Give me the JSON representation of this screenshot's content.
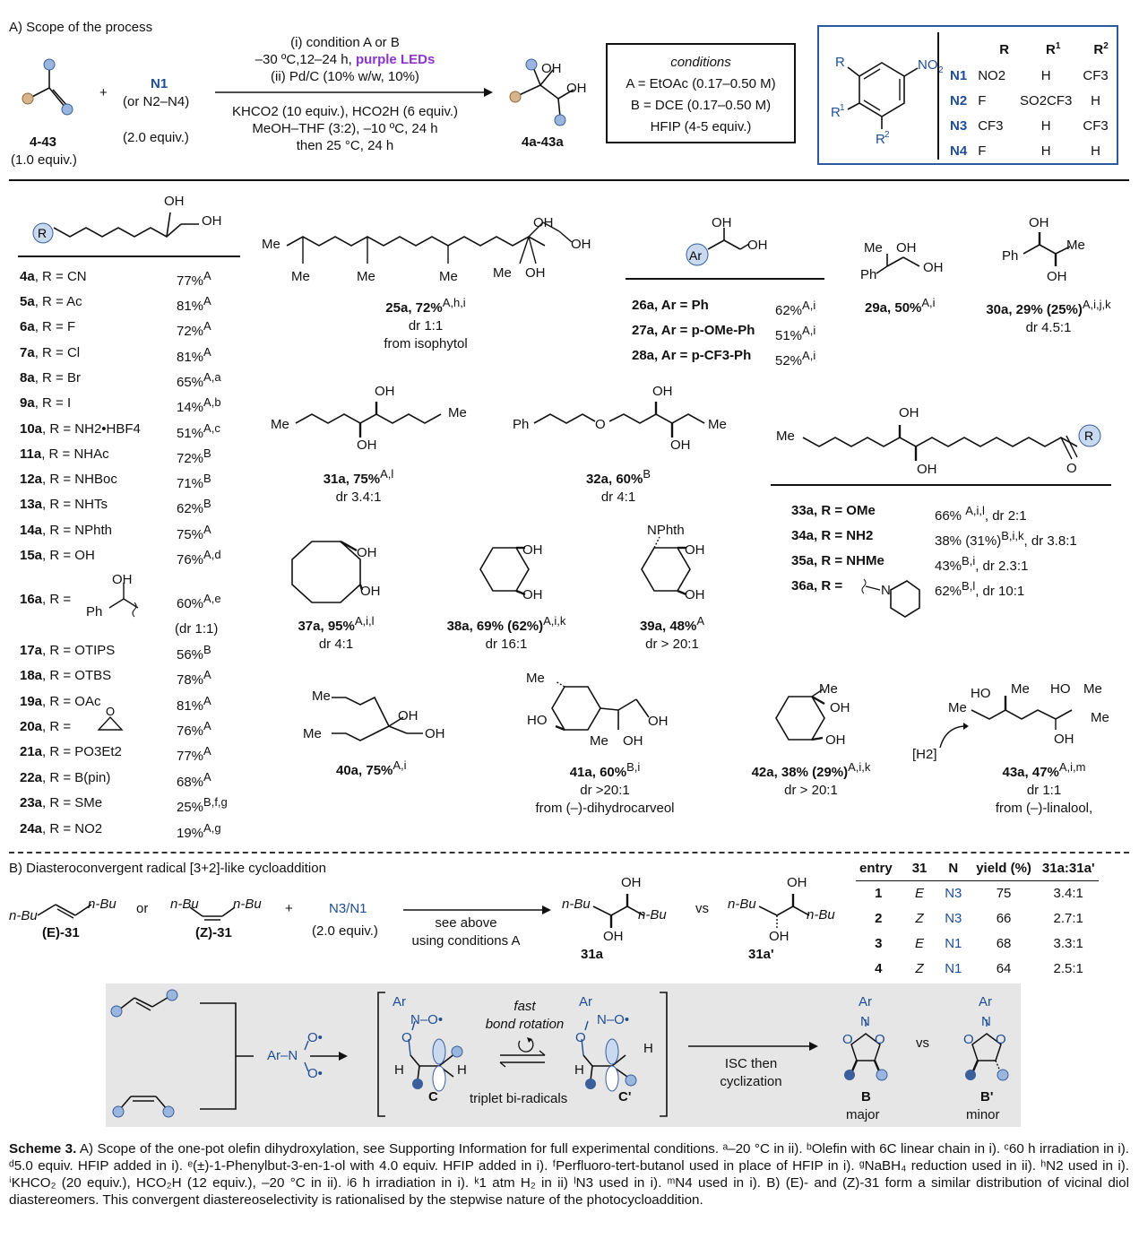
{
  "sectionA": {
    "title": "A) Scope of the process",
    "substrate_id": "4-43",
    "substrate_equiv": "(1.0 equiv.)",
    "reagent": "N1",
    "reagent_alt": "(or N2–N4)",
    "reagent_equiv": "(2.0 equiv.)",
    "plus": "+",
    "arrow_top": [
      "(i) condition A or B",
      "–30 ºC,12–24 h, purple LEDs",
      "(ii) Pd/C (10% w/w, 10%)"
    ],
    "arrow_bottom": [
      "KHCO2 (10 equiv.), HCO2H (6 equiv.)",
      "MeOH–THF (3:2), –10 ºC, 24 h",
      "then 25 °C, 24 h"
    ],
    "product_id": "4a-43a",
    "conditions_title": "conditions",
    "condition_A": "A = EtOAc (0.17–0.50 M)",
    "condition_B": "B = DCE (0.17–0.50 M)",
    "condition_hfip": "HFIP (4-5 equiv.)",
    "nitro_table": {
      "headers": [
        "",
        "R",
        "R1",
        "R2"
      ],
      "rows": [
        [
          "N1",
          "NO2",
          "H",
          "CF3"
        ],
        [
          "N2",
          "F",
          "SO2CF3",
          "H"
        ],
        [
          "N3",
          "CF3",
          "H",
          "CF3"
        ],
        [
          "N4",
          "F",
          "H",
          "H"
        ]
      ]
    }
  },
  "linear_series": [
    {
      "id": "4a",
      "r": "R =  CN",
      "y": "77%",
      "sup": "A"
    },
    {
      "id": "5a",
      "r": "R =  Ac",
      "y": "81%",
      "sup": "A"
    },
    {
      "id": "6a",
      "r": "R =  F",
      "y": "72%",
      "sup": "A"
    },
    {
      "id": "7a",
      "r": "R =  Cl",
      "y": "81%",
      "sup": "A"
    },
    {
      "id": "8a",
      "r": "R =  Br",
      "y": "65%",
      "sup": "A,a"
    },
    {
      "id": "9a",
      "r": "R =  I",
      "y": "14%",
      "sup": "A,b"
    },
    {
      "id": "10a",
      "r": "R =  NH2•HBF4",
      "y": "51%",
      "sup": "A,c"
    },
    {
      "id": "11a",
      "r": "R =  NHAc",
      "y": "72%",
      "sup": "B"
    },
    {
      "id": "12a",
      "r": "R =  NHBoc",
      "y": "71%",
      "sup": "B"
    },
    {
      "id": "13a",
      "r": "R =  NHTs",
      "y": "62%",
      "sup": "B"
    },
    {
      "id": "14a",
      "r": "R =  NPhth",
      "y": "75%",
      "sup": "A"
    },
    {
      "id": "15a",
      "r": "R =  OH",
      "y": "76%",
      "sup": "A,d"
    },
    {
      "id": "16a",
      "r": "R =",
      "y": "60%",
      "sup": "A,e"
    },
    {
      "id": "17a",
      "r": "R =  OTIPS",
      "y": "56%",
      "sup": "B"
    },
    {
      "id": "18a",
      "r": "R =  OTBS",
      "y": "78%",
      "sup": "A"
    },
    {
      "id": "19a",
      "r": "R =  OAc",
      "y": "81%",
      "sup": "A"
    },
    {
      "id": "20a",
      "r": "R =",
      "y": "76%",
      "sup": "A"
    },
    {
      "id": "21a",
      "r": "R =  PO3Et2",
      "y": "77%",
      "sup": "A"
    },
    {
      "id": "22a",
      "r": "R =  B(pin)",
      "y": "68%",
      "sup": "A"
    },
    {
      "id": "23a",
      "r": "R =  SMe",
      "y": "25%",
      "sup": "B,f,g"
    },
    {
      "id": "24a",
      "r": "R =  NO2",
      "y": "19%",
      "sup": "A,g"
    }
  ],
  "entry16_dr": "(dr 1:1)",
  "compounds": {
    "c25": {
      "label": "25a, 72%",
      "sup": "A,h,i",
      "line2": "dr 1:1",
      "line3": "from isophytol"
    },
    "c26": {
      "label": "26a, Ar = Ph",
      "y": "62%",
      "sup": "A,i"
    },
    "c27": {
      "label": "27a, Ar = p-OMe-Ph",
      "y": "51%",
      "sup": "A,i"
    },
    "c28": {
      "label": "28a, Ar = p-CF3-Ph",
      "y": "52%",
      "sup": "A,i"
    },
    "c29": {
      "label": "29a, 50%",
      "sup": "A,i"
    },
    "c30": {
      "label": "30a, 29% (25%)",
      "sup": "A,i,j,k",
      "line2": "dr 4.5:1"
    },
    "c31": {
      "label": "31a, 75%",
      "sup": "A,l",
      "line2": "dr 3.4:1"
    },
    "c32": {
      "label": "32a, 60%",
      "sup": "B",
      "line2": "dr 4:1"
    },
    "c33": {
      "label": "33a, R = OMe",
      "y": "66% ",
      "sup": "A,i,l",
      "tail": ", dr 2:1"
    },
    "c34": {
      "label": "34a, R = NH2",
      "y": "38% (31%)",
      "sup": "B,i,k",
      "tail": ", dr 3.8:1"
    },
    "c35": {
      "label": "35a, R = NHMe",
      "y": "43%",
      "sup": "B,i",
      "tail": ", dr 2.3:1"
    },
    "c36": {
      "label": "36a, R =",
      "y": "62%",
      "sup": "B,l",
      "tail": ", dr 10:1"
    },
    "c37": {
      "label": "37a, 95%",
      "sup": "A,i,l",
      "line2": "dr 4:1"
    },
    "c38": {
      "label": "38a, 69% (62%)",
      "sup": "A,i,k",
      "line2": "dr 16:1"
    },
    "c39": {
      "label": "39a, 48%",
      "sup": "A",
      "line2": "dr > 20:1"
    },
    "c40": {
      "label": "40a, 75%",
      "sup": "A,i"
    },
    "c41": {
      "label": "41a, 60%",
      "sup": "B,i",
      "line2": "dr >20:1",
      "line3": "from (–)-dihydrocarveol"
    },
    "c42": {
      "label": "42a, 38% (29%)",
      "sup": "A,i,k",
      "line2": "dr > 20:1"
    },
    "c43": {
      "label": "43a, 47%",
      "sup": "A,i,m",
      "line2": "dr 1:1",
      "line3": "from (–)-linalool,"
    }
  },
  "atoms": {
    "OH": "OH",
    "Me": "Me",
    "Ph": "Ph",
    "Ar": "Ar",
    "R": "R",
    "O": "O",
    "HO": "HO",
    "NPhth": "NPhth",
    "N": "N",
    "H2": "[H2]"
  },
  "sectionB": {
    "title": "B) Diasteroconvergent radical [3+2]-like cycloaddition",
    "or": "or",
    "plus": "+",
    "e31": "(E)-31",
    "z31": "(Z)-31",
    "nBu": "n-Bu",
    "reagent": "N3/N1",
    "reagent_equiv": "(2.0 equiv.)",
    "arrow1": "see above",
    "arrow2": "using conditions A",
    "p31a": "31a",
    "p31ap": "31a'",
    "vs": "vs",
    "table": {
      "headers": [
        "entry",
        "31",
        "N",
        "yield (%)",
        "31a:31a'"
      ],
      "rows": [
        [
          "1",
          "E",
          "N3",
          "75",
          "3.4:1"
        ],
        [
          "2",
          "Z",
          "N3",
          "66",
          "2.7:1"
        ],
        [
          "3",
          "E",
          "N1",
          "68",
          "3.3:1"
        ],
        [
          "4",
          "Z",
          "N1",
          "64",
          "2.5:1"
        ]
      ]
    },
    "mech": {
      "arN": "Ar–N",
      "fast": "fast",
      "bond_rotation": "bond rotation",
      "triplet": "triplet bi-radicals",
      "C": "C",
      "Cp": "C'",
      "isc1": "ISC then",
      "isc2": "cyclization",
      "B": "B",
      "Bp": "B'",
      "major": "major",
      "minor": "minor",
      "vs": "vs"
    }
  },
  "caption": {
    "label": "Scheme 3.",
    "text": " A) Scope of the one-pot olefin dihydroxylation, see Supporting Information for full experimental conditions. ᵃ–20 °C in ii). ᵇOlefin with 6C linear chain in i). ᶜ60 h irradiation in i). ᵈ5.0 equiv. HFIP added in i). ᵉ(±)-1-Phenylbut-3-en-1-ol with 4.0 equiv. HFIP added in i). ᶠPerfluoro-tert-butanol used in place of HFIP in i). ᵍNaBH₄ reduction used in ii). ʰN2 used in i). ⁱKHCO₂ (20 equiv.), HCO₂H (12 equiv.), –20 °C in ii). ʲ6 h irradiation in i). ᵏ1 atm H₂ in ii) ˡN3 used in i). ᵐN4 used in i). B) (E)- and (Z)-31 form a similar distribution of vicinal diol diastereomers. This convergent diastereoselectivity is rationalised by the stepwise nature of the photocycloaddition."
  }
}
